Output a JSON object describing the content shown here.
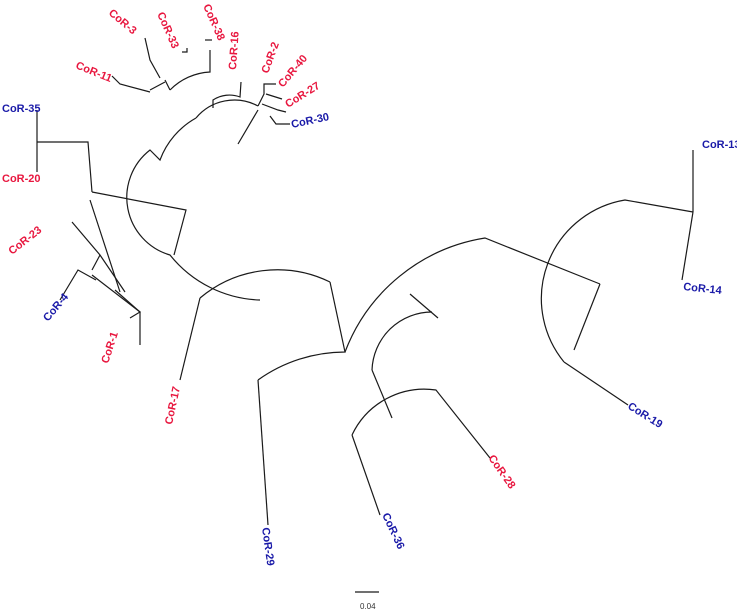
{
  "colors": {
    "group_red": "#e8173f",
    "group_blue": "#1a1aa8",
    "branch": "#1a1a1a"
  },
  "scale_bar": {
    "label": "0.04"
  },
  "leaves": [
    {
      "id": "CoR-38",
      "group": "red"
    },
    {
      "id": "CoR-33",
      "group": "red"
    },
    {
      "id": "CoR-3",
      "group": "red"
    },
    {
      "id": "CoR-11",
      "group": "red"
    },
    {
      "id": "CoR-16",
      "group": "red"
    },
    {
      "id": "CoR-2",
      "group": "red"
    },
    {
      "id": "CoR-40",
      "group": "red"
    },
    {
      "id": "CoR-27",
      "group": "red"
    },
    {
      "id": "CoR-30",
      "group": "blue"
    },
    {
      "id": "CoR-35",
      "group": "blue"
    },
    {
      "id": "CoR-20",
      "group": "red"
    },
    {
      "id": "CoR-23",
      "group": "red"
    },
    {
      "id": "CoR-4",
      "group": "blue"
    },
    {
      "id": "CoR-1",
      "group": "red"
    },
    {
      "id": "CoR-17",
      "group": "red"
    },
    {
      "id": "CoR-29",
      "group": "blue"
    },
    {
      "id": "CoR-36",
      "group": "blue"
    },
    {
      "id": "CoR-28",
      "group": "red"
    },
    {
      "id": "CoR-19",
      "group": "blue"
    },
    {
      "id": "CoR-13",
      "group": "blue"
    },
    {
      "id": "CoR-14",
      "group": "blue"
    }
  ]
}
